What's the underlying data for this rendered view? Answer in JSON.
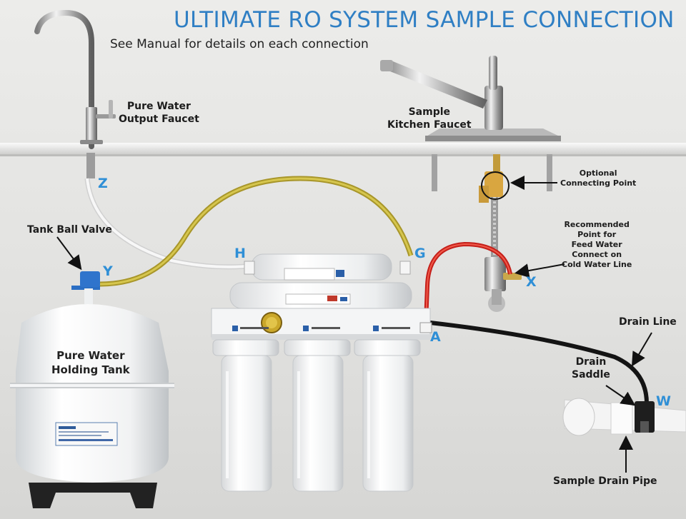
{
  "header": {
    "title": "ULTIMATE RO SYSTEM SAMPLE CONNECTION",
    "subtitle": "See Manual for details on each connection"
  },
  "labels": {
    "pure_water_faucet_line1": "Pure Water",
    "pure_water_faucet_line2": "Output Faucet",
    "kitchen_faucet_line1": "Sample",
    "kitchen_faucet_line2": "Kitchen Faucet",
    "optional_point_line1": "Optional",
    "optional_point_line2": "Connecting Point",
    "feed_line1": "Recommended",
    "feed_line2": "Point for",
    "feed_line3": "Feed Water",
    "feed_line4": "Connect on",
    "feed_line5": "Cold Water Line",
    "tank_ball_valve": "Tank Ball Valve",
    "tank_line1": "Pure Water",
    "tank_line2": "Holding Tank",
    "drain_line": "Drain Line",
    "drain_saddle_line1": "Drain",
    "drain_saddle_line2": "Saddle",
    "drain_pipe": "Sample Drain Pipe"
  },
  "points": {
    "z": "Z",
    "y": "Y",
    "h": "H",
    "g": "G",
    "x": "X",
    "a": "A",
    "w": "W"
  },
  "colors": {
    "title": "#2f7fc4",
    "point_letters": "#2f8fd6",
    "yellow_tube": "#c9b43a",
    "red_tube": "#e23a2a",
    "white_tube": "#f4f4f4",
    "black_tube": "#202020"
  }
}
